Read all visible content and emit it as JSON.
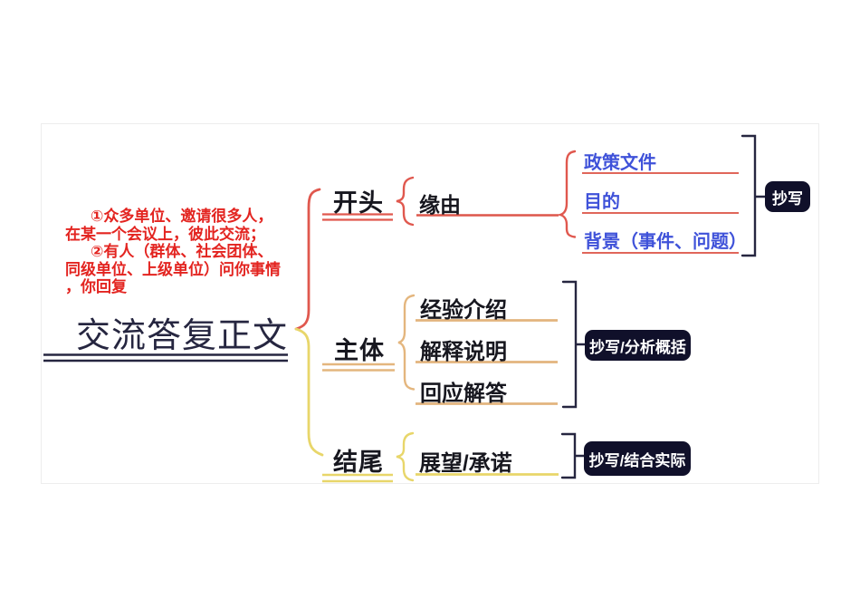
{
  "mindmap": {
    "title": "交流答复正文",
    "note_lines": [
      {
        "text": "①众多单位、邀请很多人，"
      },
      {
        "text": "在某一个会议上，彼此交流；"
      },
      {
        "text": "②有人（群体、社会团体、"
      },
      {
        "text": "同级单位、上级单位）问你事情"
      },
      {
        "text": "，你回复"
      }
    ],
    "branches": [
      {
        "label": "开头",
        "node": {
          "label": "缘由"
        },
        "leaves": [
          "政策文件",
          "目的",
          "背景（事件、问题）"
        ],
        "badge": "抄写"
      },
      {
        "label": "主体",
        "leaves": [
          "经验介绍",
          "解释说明",
          "回应解答"
        ],
        "badge": "抄写/分析概括"
      },
      {
        "label": "结尾",
        "leaves": [
          "展望/承诺"
        ],
        "badge": "抄写/结合实际"
      }
    ],
    "colors": {
      "note_red": "#e32420",
      "branch_red": "#e0584e",
      "underline_salmon": "#e0665a",
      "leaf_blue": "#3f52d9",
      "tan": "#e4b67e",
      "yellow": "#e8d66a",
      "navy": "#262640",
      "badge_bg": "#10102a",
      "badge_text": "#ffffff"
    }
  }
}
